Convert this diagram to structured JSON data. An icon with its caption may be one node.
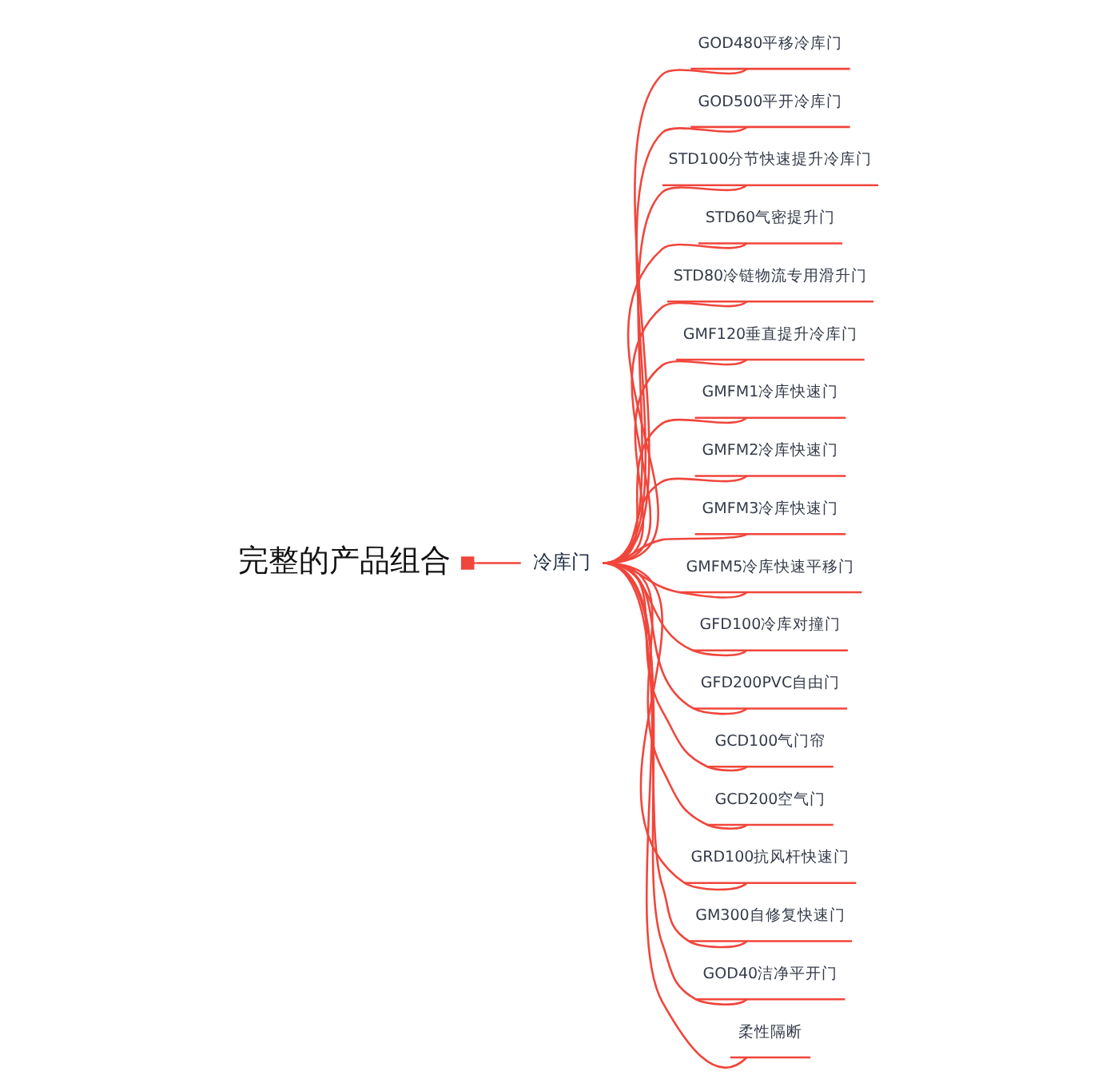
{
  "diagram": {
    "nodes": [
      {
        "text": [
          "完整的产品组合"
        ]
      },
      {
        "text": [
          "冷库门"
        ]
      },
      {
        "text": [
          "GOD480平移冷库门"
        ]
      },
      {
        "text": [
          "GOD500平开冷库门"
        ]
      },
      {
        "text": [
          "STD100分节快速提升冷库门"
        ]
      },
      {
        "text": [
          "STD60气密提升门"
        ]
      },
      {
        "text": [
          "STD80冷链物流专用滑升门"
        ]
      },
      {
        "text": [
          "GMF120垂直提升冷库门"
        ]
      },
      {
        "text": [
          "GMFM1冷库快速门"
        ]
      },
      {
        "text": [
          "GMFM2冷库快速门"
        ]
      },
      {
        "text": [
          "GMFM3冷库快速门"
        ]
      },
      {
        "text": [
          "GMFM5冷库快速平移门"
        ]
      },
      {
        "text": [
          "GFD100冷库对撞门"
        ]
      },
      {
        "text": [
          "GFD200PVC自由门"
        ]
      },
      {
        "text": [
          "GCD100气门帘"
        ]
      },
      {
        "text": [
          "GCD200空气门"
        ]
      },
      {
        "text": [
          "GRD100抗风杆快速门"
        ]
      },
      {
        "text": [
          "GM300自修复快速门"
        ]
      },
      {
        "text": [
          "GOD40洁净平开门"
        ]
      },
      {
        "text": [
          "柔性隔断"
        ]
      }
    ],
    "edges": [
      {
        "from": 0,
        "to": 1,
        "arrow": "other"
      },
      {
        "from": 1,
        "to": 2,
        "arrow": "none"
      },
      {
        "from": 1,
        "to": 3,
        "arrow": "none"
      },
      {
        "from": 1,
        "to": 4,
        "arrow": "none"
      },
      {
        "from": 1,
        "to": 5,
        "arrow": "none"
      },
      {
        "from": 1,
        "to": 6,
        "arrow": "none"
      },
      {
        "from": 1,
        "to": 7,
        "arrow": "none"
      },
      {
        "from": 1,
        "to": 8,
        "arrow": "none"
      },
      {
        "from": 1,
        "to": 9,
        "arrow": "none"
      },
      {
        "from": 1,
        "to": 10,
        "arrow": "none"
      },
      {
        "from": 1,
        "to": 11,
        "arrow": "none"
      },
      {
        "from": 1,
        "to": 12,
        "arrow": "none"
      },
      {
        "from": 1,
        "to": 13,
        "arrow": "none"
      },
      {
        "from": 1,
        "to": 14,
        "arrow": "none"
      },
      {
        "from": 1,
        "to": 15,
        "arrow": "none"
      },
      {
        "from": 1,
        "to": 16,
        "arrow": "none"
      },
      {
        "from": 1,
        "to": 17,
        "arrow": "none"
      },
      {
        "from": 1,
        "to": 18,
        "arrow": "none"
      },
      {
        "from": 1,
        "to": 19,
        "arrow": "none"
      }
    ]
  }
}
